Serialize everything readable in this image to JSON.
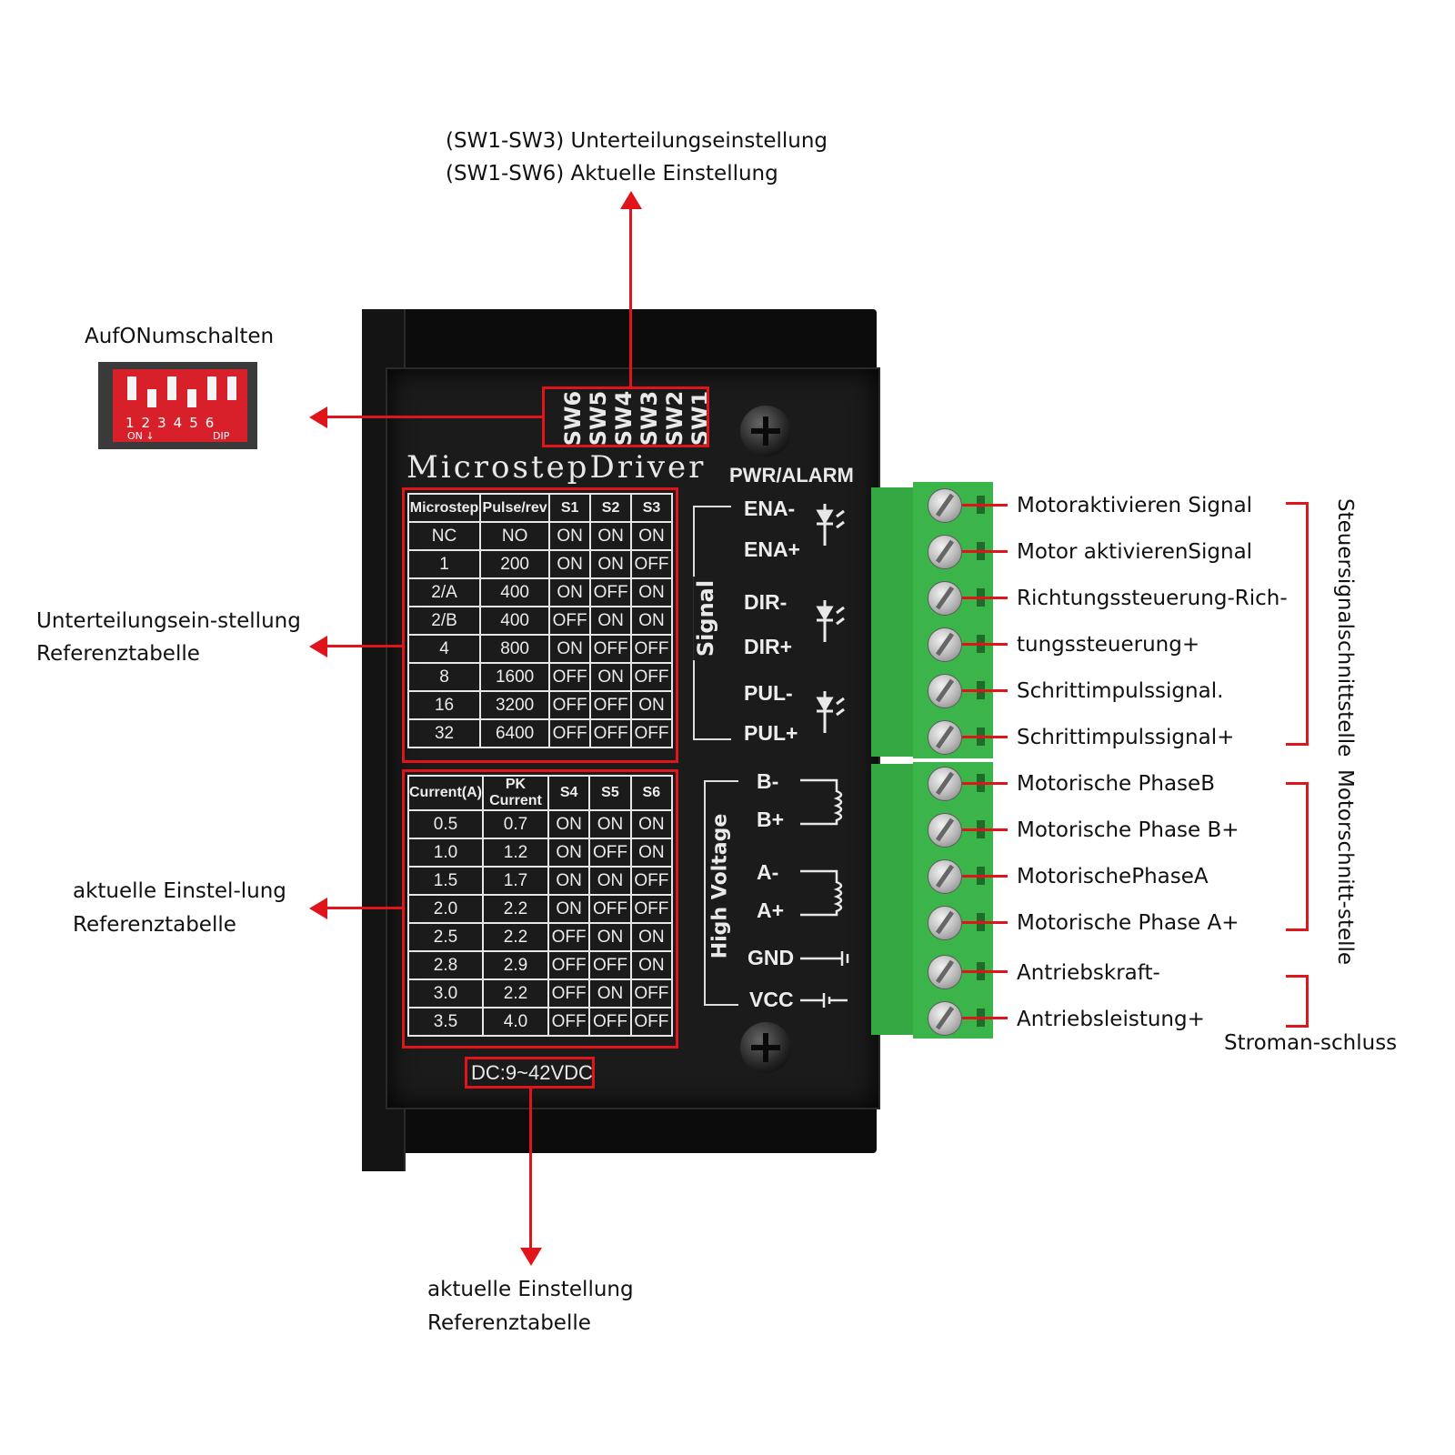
{
  "top_callout": {
    "line1": "(SW1-SW3) Unterteilungseinstellung",
    "line2": "(SW1-SW6) Aktuelle Einstellung"
  },
  "dip_callout": {
    "title": "AufONumschalten",
    "numbers": [
      "1",
      "2",
      "3",
      "4",
      "5",
      "6"
    ],
    "on_label": "ON ↓",
    "dip_label": "DIP"
  },
  "left_callouts": {
    "microstep_line1": "Unterteilungsein-stellung",
    "microstep_line2": "Referenztabelle",
    "current_line1": "aktuelle Einstel-lung",
    "current_line2": "Referenztabelle"
  },
  "bottom_callout": {
    "line1": "aktuelle Einstellung",
    "line2": "Referenztabelle"
  },
  "device": {
    "brand": "MicrostepDriver",
    "sw_labels": [
      "SW6",
      "SW5",
      "SW4",
      "SW3",
      "SW2",
      "SW1"
    ],
    "pwr_alarm": "PWR/ALARM",
    "signal_label": "Signal",
    "high_voltage_label": "High Voltage",
    "supply": "DC:9~42VDC",
    "pins": [
      "ENA-",
      "ENA+",
      "DIR-",
      "DIR+",
      "PUL-",
      "PUL+",
      "B-",
      "B+",
      "A-",
      "A+",
      "GND",
      "VCC"
    ]
  },
  "microstep_table": {
    "headers": [
      "Microstep",
      "Pulse/rev",
      "S1",
      "S2",
      "S3"
    ],
    "rows": [
      [
        "NC",
        "NO",
        "ON",
        "ON",
        "ON"
      ],
      [
        "1",
        "200",
        "ON",
        "ON",
        "OFF"
      ],
      [
        "2/A",
        "400",
        "ON",
        "OFF",
        "ON"
      ],
      [
        "2/B",
        "400",
        "OFF",
        "ON",
        "ON"
      ],
      [
        "4",
        "800",
        "ON",
        "OFF",
        "OFF"
      ],
      [
        "8",
        "1600",
        "OFF",
        "ON",
        "OFF"
      ],
      [
        "16",
        "3200",
        "OFF",
        "OFF",
        "ON"
      ],
      [
        "32",
        "6400",
        "OFF",
        "OFF",
        "OFF"
      ]
    ]
  },
  "current_table": {
    "headers": [
      "Current(A)",
      "PK Current",
      "S4",
      "S5",
      "S6"
    ],
    "rows": [
      [
        "0.5",
        "0.7",
        "ON",
        "ON",
        "ON"
      ],
      [
        "1.0",
        "1.2",
        "ON",
        "OFF",
        "ON"
      ],
      [
        "1.5",
        "1.7",
        "ON",
        "ON",
        "OFF"
      ],
      [
        "2.0",
        "2.2",
        "ON",
        "OFF",
        "OFF"
      ],
      [
        "2.5",
        "2.2",
        "OFF",
        "ON",
        "ON"
      ],
      [
        "2.8",
        "2.9",
        "OFF",
        "OFF",
        "ON"
      ],
      [
        "3.0",
        "2.2",
        "OFF",
        "ON",
        "OFF"
      ],
      [
        "3.5",
        "4.0",
        "OFF",
        "OFF",
        "OFF"
      ]
    ]
  },
  "right_callouts": [
    "Motoraktivieren Signal",
    "Motor aktivierenSignal",
    "Richtungssteuerung-Rich-",
    "tungssteuerung+",
    "Schrittimpulssignal.",
    "Schrittimpulssignal+",
    "Motorische PhaseB",
    "Motorische Phase B+",
    "MotorischePhaseA",
    "Motorische Phase A+",
    "Antriebskraft-",
    "Antriebsleistung+"
  ],
  "group_labels": {
    "control": "Steuersignalschnittstelle",
    "motor": "Motorschnitt-stelle",
    "power": "Stroman-schluss"
  },
  "colors": {
    "accent_red": "#e0141b",
    "terminal_green": "#3bb54a",
    "device_black": "#1b1b1b",
    "dip_red": "#d8202a"
  }
}
